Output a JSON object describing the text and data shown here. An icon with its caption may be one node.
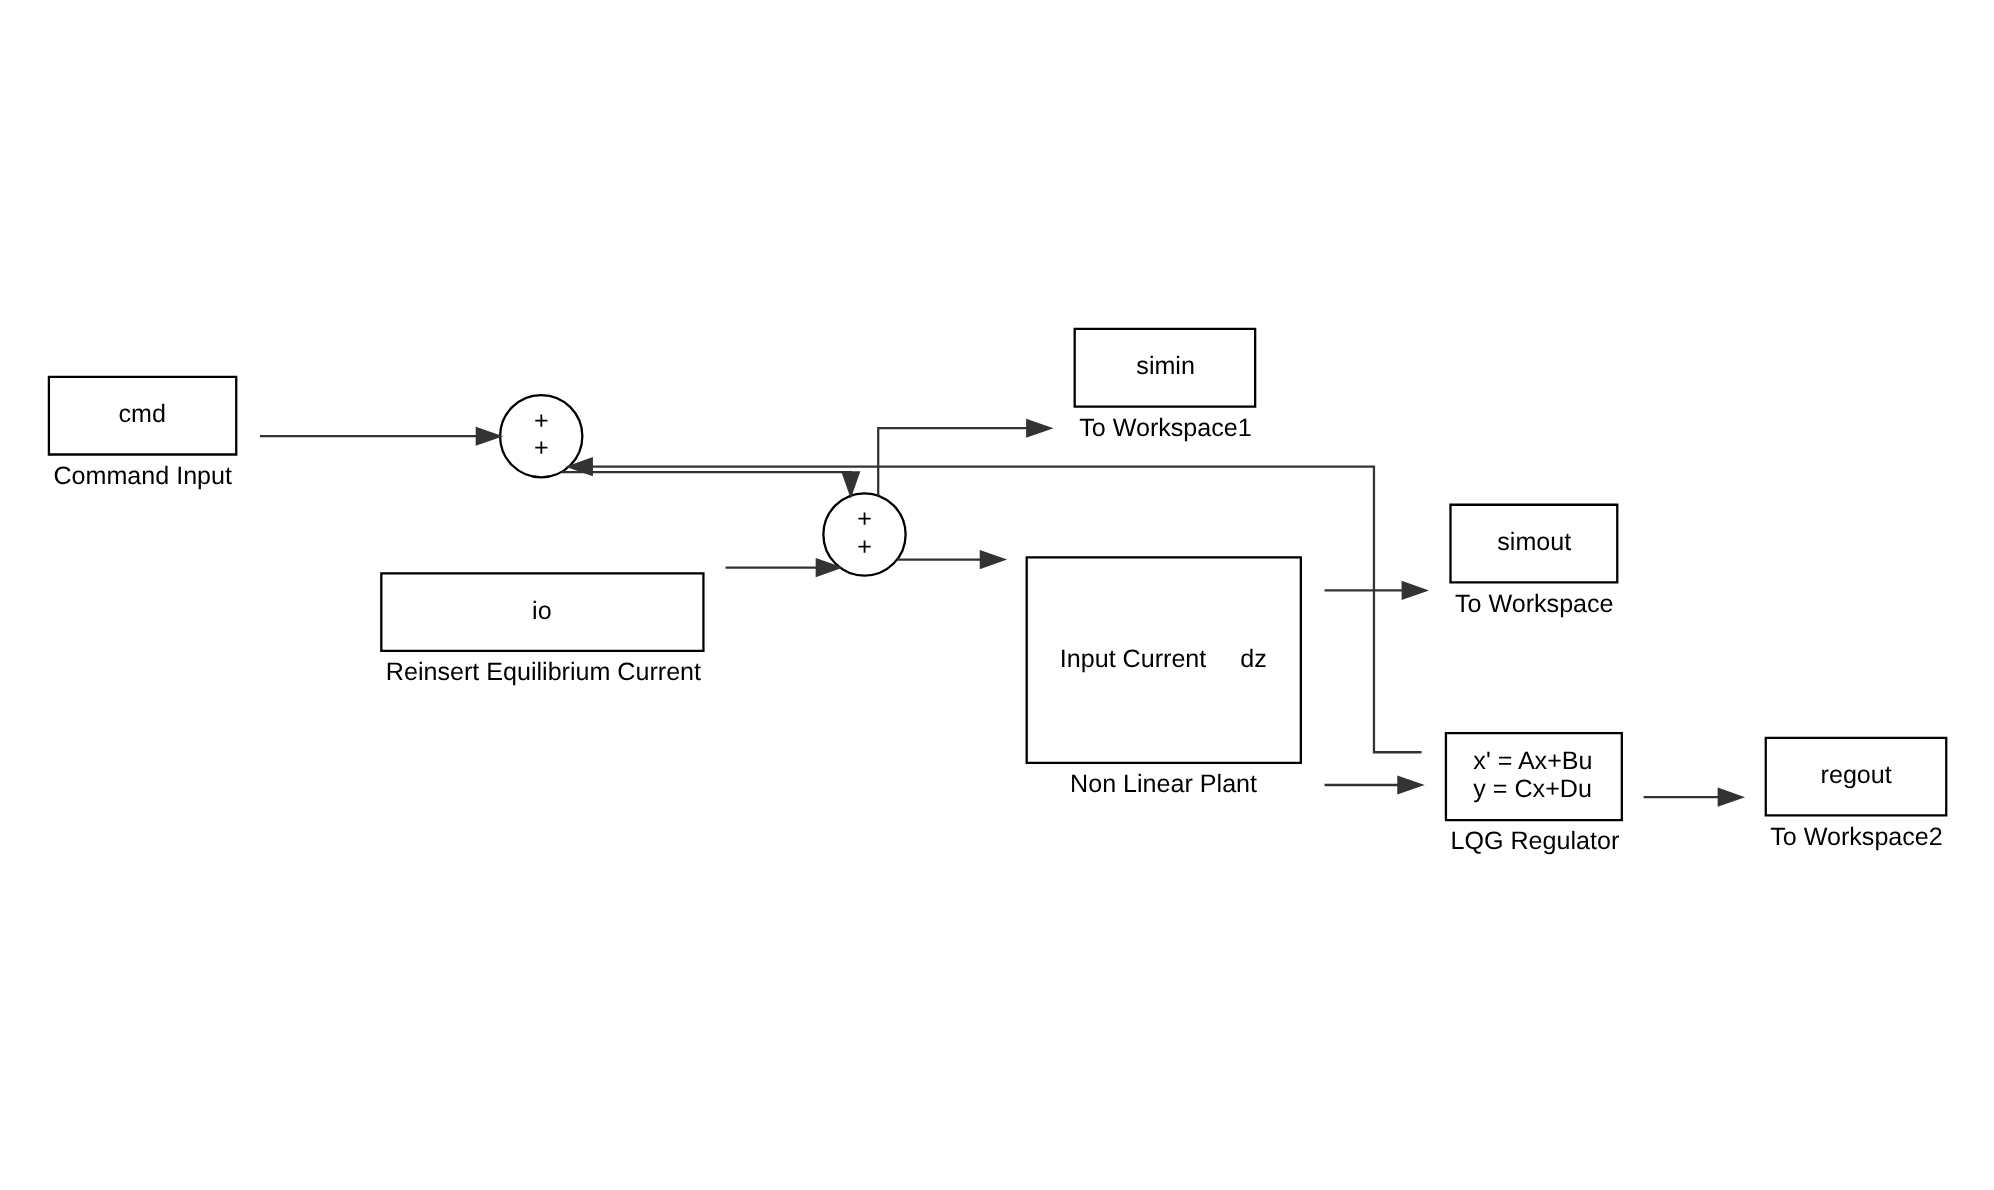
{
  "diagram": {
    "nodes": [
      {
        "text": [
          "cmd"
        ],
        "beside": [
          "Command Input"
        ]
      },
      {
        "text": [
          "+",
          "+"
        ]
      },
      {
        "text": [
          "io"
        ],
        "beside": [
          "Reinsert Equilibrium Current"
        ]
      },
      {
        "text": [
          "+",
          "+"
        ]
      },
      {
        "text": [
          "simin"
        ],
        "beside": [
          "To Workspace1"
        ]
      },
      {
        "text": [
          "Input Current",
          "dz"
        ],
        "beside": [
          "Non Linear Plant"
        ]
      },
      {
        "text": [
          "simout"
        ],
        "beside": [
          "To Workspace"
        ]
      },
      {
        "text": [
          "regout"
        ],
        "beside": [
          "To Workspace2"
        ]
      },
      {
        "text": [
          "x' = Ax+Bu",
          "y = Cx+Du"
        ],
        "beside": [
          "LQG Regulator"
        ]
      }
    ],
    "edges": [
      {
        "from": 0,
        "to": 1,
        "arrow": "to"
      },
      {
        "from": 1,
        "to": 3,
        "arrow": "to"
      },
      {
        "from": 2,
        "to": 3,
        "arrow": "to"
      },
      {
        "from": 3,
        "to": 4,
        "arrow": "to"
      },
      {
        "from": 3,
        "to": 5,
        "arrow": "to"
      },
      {
        "from": 5,
        "to": 6,
        "arrow": "to"
      },
      {
        "from": 5,
        "to": 8,
        "arrow": "to"
      },
      {
        "from": 8,
        "to": 7,
        "arrow": "to"
      },
      {
        "from": 8,
        "to": 1,
        "arrow": "to"
      }
    ]
  }
}
